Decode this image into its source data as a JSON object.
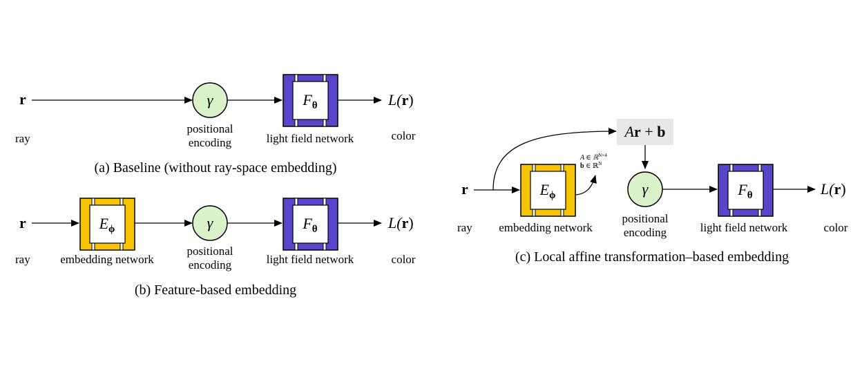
{
  "colors": {
    "embedding_fill": "#f6c400",
    "lightfield_fill": "#5746c9",
    "encoding_fill": "#d9f2c9",
    "affine_bg": "#e8e8e8",
    "stroke": "#000000"
  },
  "panel_a": {
    "input_symbol": "r",
    "input_label": "ray",
    "encoding_symbol": "γ",
    "encoding_label_1": "positional",
    "encoding_label_2": "encoding",
    "network_symbol": "F",
    "network_subscript": "θ",
    "network_label": "light field network",
    "output_symbol_1": "L(",
    "output_symbol_2": "r",
    "output_symbol_3": ")",
    "output_label": "color",
    "caption": "(a) Baseline (without ray-space embedding)"
  },
  "panel_b": {
    "input_symbol": "r",
    "input_label": "ray",
    "embed_symbol": "E",
    "embed_subscript": "ϕ",
    "embed_label": "embedding network",
    "encoding_symbol": "γ",
    "encoding_label_1": "positional",
    "encoding_label_2": "encoding",
    "network_symbol": "F",
    "network_subscript": "θ",
    "network_label": "light field network",
    "output_symbol_1": "L(",
    "output_symbol_2": "r",
    "output_symbol_3": ")",
    "output_label": "color",
    "caption": "(b) Feature-based embedding"
  },
  "panel_c": {
    "input_symbol": "r",
    "input_label": "ray",
    "embed_symbol": "E",
    "embed_subscript": "ϕ",
    "embed_label": "embedding network",
    "affine_A": "A",
    "affine_r": "r",
    "affine_plus": " + ",
    "affine_b": "b",
    "param_line1_a": "A ∈ ℝ",
    "param_line1_sup": "N×4",
    "param_line2_a": "b",
    "param_line2_b": " ∈ ℝ",
    "param_line2_sup": "N",
    "encoding_symbol": "γ",
    "encoding_label_1": "positional",
    "encoding_label_2": "encoding",
    "network_symbol": "F",
    "network_subscript": "θ",
    "network_label": "light field network",
    "output_symbol_1": "L(",
    "output_symbol_2": "r",
    "output_symbol_3": ")",
    "output_label": "color",
    "caption": "(c) Local affine transformation–based embedding"
  }
}
